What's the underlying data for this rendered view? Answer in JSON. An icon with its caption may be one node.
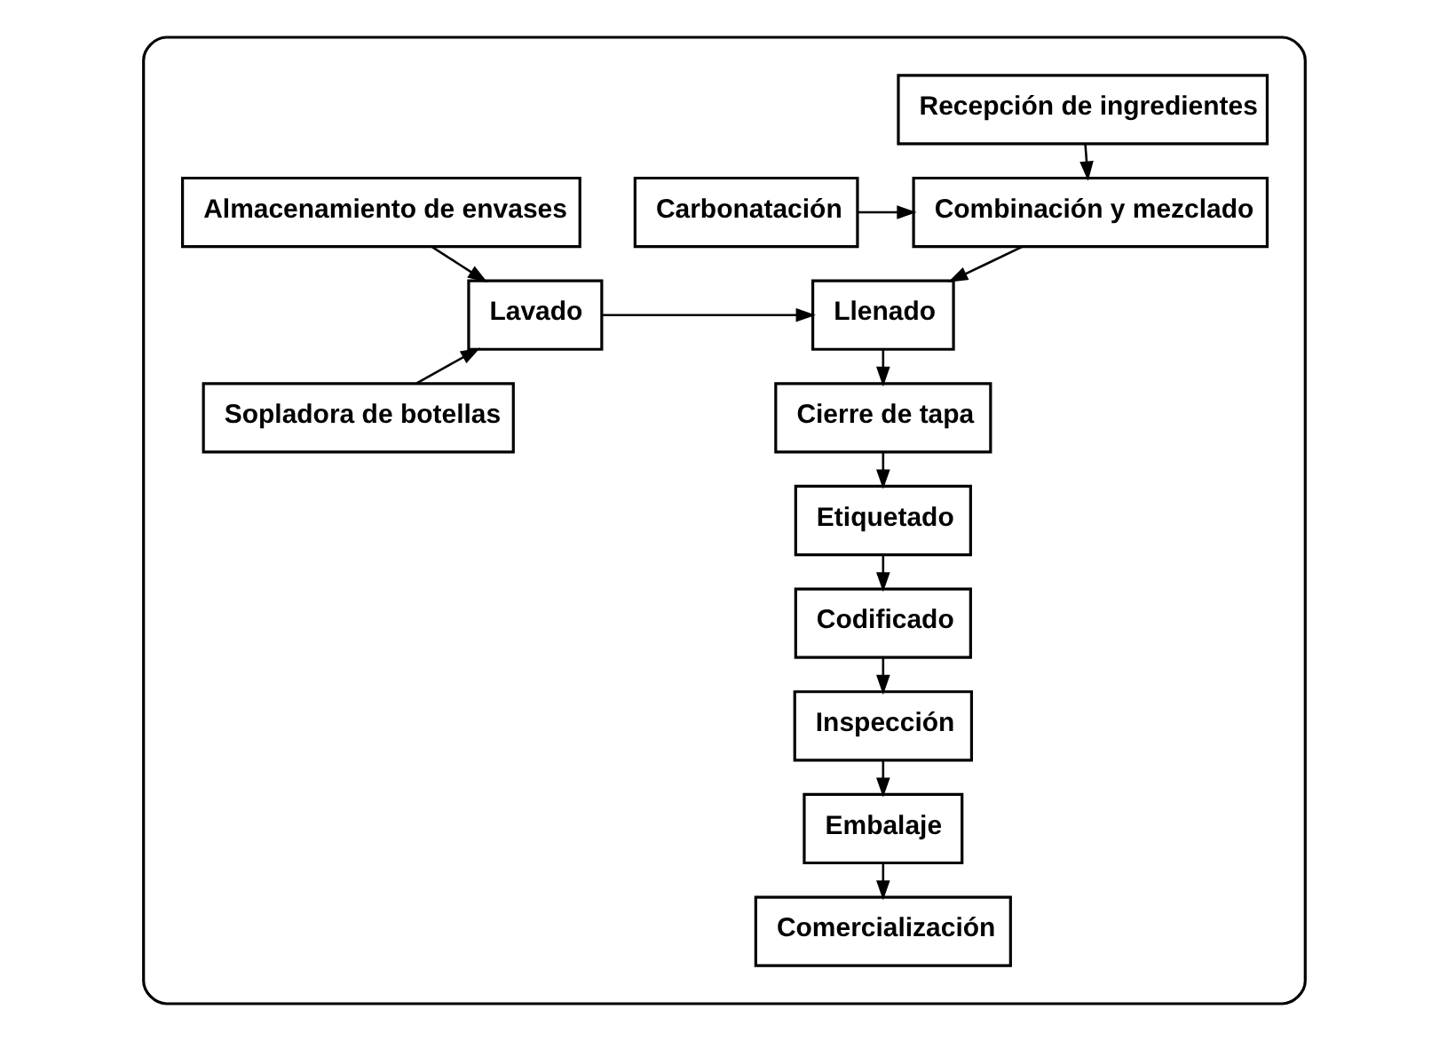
{
  "diagram": {
    "nodes": [
      {
        "text": [],
        "shape": "box"
      },
      {
        "text": [
          "Recepción de ingredientes"
        ],
        "in": 0
      },
      {
        "text": [
          "Carbonatación"
        ],
        "in": 0
      },
      {
        "text": [
          "Combinación y mezclado"
        ],
        "in": 0
      },
      {
        "text": [
          "Almacenamiento de envases"
        ],
        "in": 0
      },
      {
        "text": [
          "Llenado"
        ],
        "in": 0
      },
      {
        "text": [
          "Lavado"
        ],
        "in": 0
      },
      {
        "text": [
          "Sopladora de botellas"
        ],
        "in": 0
      },
      {
        "text": [
          "Cierre de tapa"
        ],
        "in": 0
      },
      {
        "text": [
          "Etiquetado"
        ],
        "in": 0
      },
      {
        "text": [
          "Codificado"
        ],
        "in": 0
      },
      {
        "text": [
          "Inspección"
        ],
        "in": 0
      },
      {
        "text": [
          "Embalaje"
        ],
        "in": 0
      },
      {
        "text": [
          "Comercialización"
        ],
        "in": 0
      }
    ],
    "edges": [
      {
        "from": 1,
        "to": 3,
        "arrow": "to"
      },
      {
        "from": 2,
        "to": 3,
        "arrow": "to"
      },
      {
        "from": 3,
        "to": 5,
        "arrow": "to"
      },
      {
        "from": 4,
        "to": 6,
        "arrow": "to"
      },
      {
        "from": 6,
        "to": 5,
        "arrow": "to"
      },
      {
        "from": 7,
        "to": 6,
        "arrow": "to"
      },
      {
        "from": 5,
        "to": 8,
        "arrow": "to"
      },
      {
        "from": 8,
        "to": 9,
        "arrow": "to"
      },
      {
        "from": 9,
        "to": 10,
        "arrow": "to"
      },
      {
        "from": 10,
        "to": 11,
        "arrow": "to"
      },
      {
        "from": 11,
        "to": 12,
        "arrow": "to"
      },
      {
        "from": 12,
        "to": 13,
        "arrow": "to"
      }
    ]
  }
}
